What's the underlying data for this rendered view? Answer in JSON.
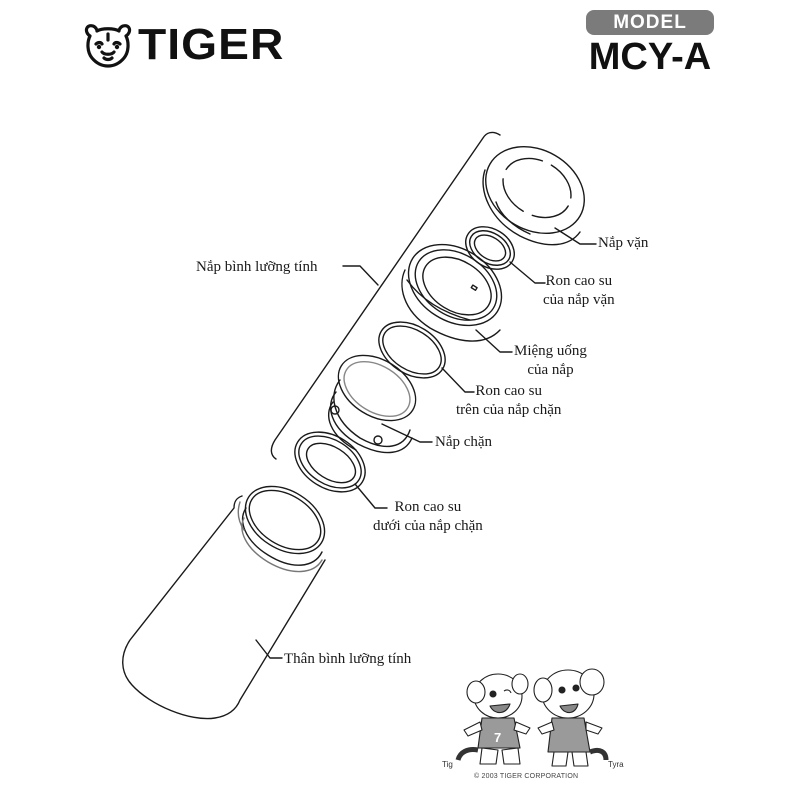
{
  "header": {
    "brand": "TIGER",
    "brand_icon": "tiger-face-icon",
    "model_label": "MODEL",
    "model_code": "MCY-A"
  },
  "diagram": {
    "type": "exploded-parts-view",
    "subject": "vacuum bottle",
    "group_label": "Nắp bình lưỡng tính",
    "parts": [
      {
        "id": "screw-cap",
        "label": "Nắp vặn"
      },
      {
        "id": "screw-cap-gasket",
        "label_line1": "Ron cao su",
        "label_line2": "của nắp vặn"
      },
      {
        "id": "drinking-spout",
        "label_line1": "Miệng uống",
        "label_line2": "của nắp"
      },
      {
        "id": "stopper-upper-gasket",
        "label_line1": "Ron cao su",
        "label_line2": "trên của nắp chặn"
      },
      {
        "id": "stopper",
        "label": "Nắp chặn"
      },
      {
        "id": "stopper-lower-gasket",
        "label_line1": "Ron cao su",
        "label_line2": "dưới của nắp chặn"
      },
      {
        "id": "bottle-body",
        "label": "Thân bình lưỡng tính"
      }
    ]
  },
  "mascots": {
    "left_name": "Tig",
    "right_name": "Tyra",
    "shirt_number": "7",
    "copyright": "© 2003 TIGER CORPORATION"
  },
  "colors": {
    "line": "#1a1a1a",
    "model_pill": "#7b7b7b",
    "background": "#ffffff"
  }
}
